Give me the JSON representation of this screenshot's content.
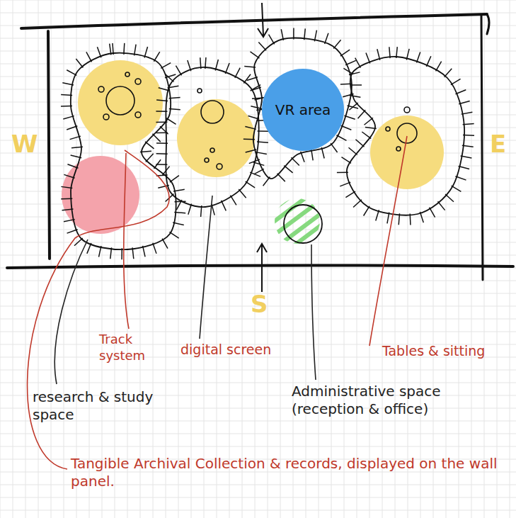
{
  "diagram": {
    "nodes": [
      {
        "text": [
          "VR area"
        ]
      }
    ],
    "labels": [
      "W",
      "E",
      "S",
      "Track system",
      "digital screen",
      "research & study space",
      "Administrative space (reception & office)",
      "Tables & sitting",
      "Tangible Archival Collection & records, displayed on the wall panel."
    ]
  }
}
